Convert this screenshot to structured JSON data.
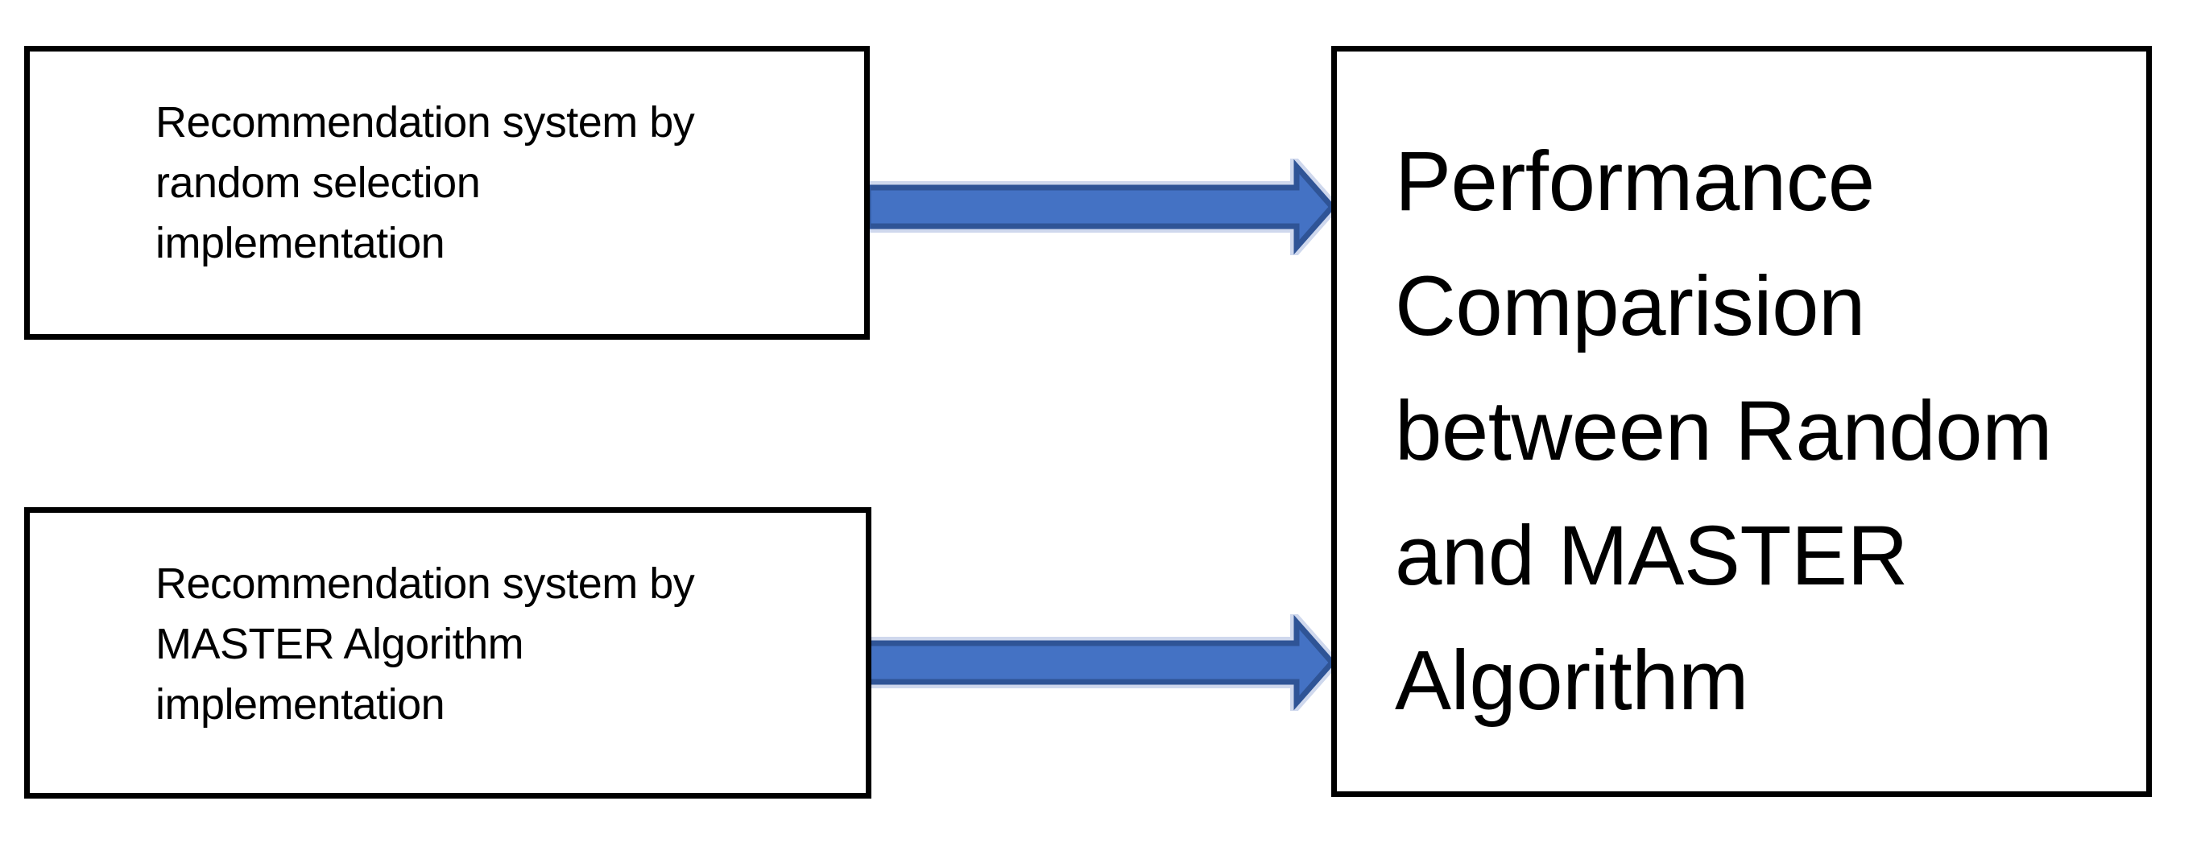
{
  "diagram": {
    "boxes": {
      "random": {
        "text": "Recommendation system by\nrandom selection\nimplementation"
      },
      "master": {
        "text": "Recommendation system by\nMASTER Algorithm\nimplementation"
      },
      "result": {
        "text": "Performance\nComparision\nbetween Random\nand MASTER\nAlgorithm"
      }
    },
    "colors": {
      "arrow_fill": "#4472C4",
      "arrow_border": "#2F5496",
      "arrow_halo": "#CFD8ED",
      "box_border": "#000000",
      "text": "#000000",
      "background": "#FFFFFF"
    }
  }
}
